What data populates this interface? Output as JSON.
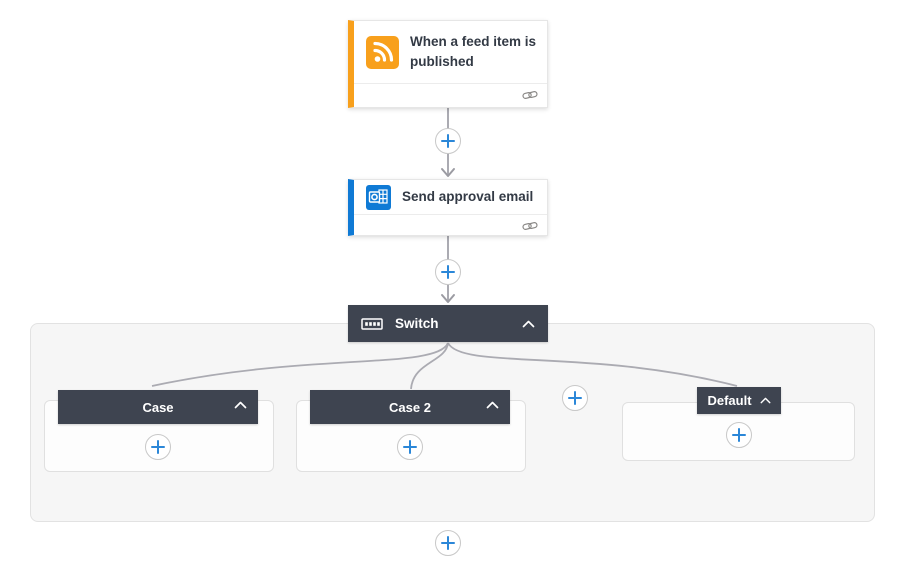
{
  "app": "flow-designer",
  "colors": {
    "accent_orange": "#F8A01C",
    "accent_blue": "#0F7AD5",
    "header_dark": "#3E4450",
    "plus_blue": "#2B87D8",
    "connector_gray": "#ABABB2",
    "scope_background": "#F6F6F6"
  },
  "trigger": {
    "title": "When a feed item is published",
    "icon": "rss-icon",
    "footer_icon": "connection-link-icon"
  },
  "action": {
    "title": "Send approval email",
    "icon": "outlook-icon",
    "footer_icon": "connection-link-icon"
  },
  "switch": {
    "label": "Switch",
    "icon": "switch-control-icon",
    "collapse_icon": "chevron-up-icon"
  },
  "branches": [
    {
      "label": "Case",
      "collapse_icon": "chevron-up-icon",
      "add_icon": "plus-icon"
    },
    {
      "label": "Case 2",
      "collapse_icon": "chevron-up-icon",
      "add_icon": "plus-icon"
    },
    {
      "label": "Default",
      "collapse_icon": "chevron-up-icon",
      "add_icon": "plus-icon"
    }
  ],
  "insert_buttons": {
    "between_trigger_and_action": "plus-icon",
    "between_action_and_switch": "plus-icon",
    "add_case": "plus-icon",
    "after_switch": "plus-icon"
  }
}
